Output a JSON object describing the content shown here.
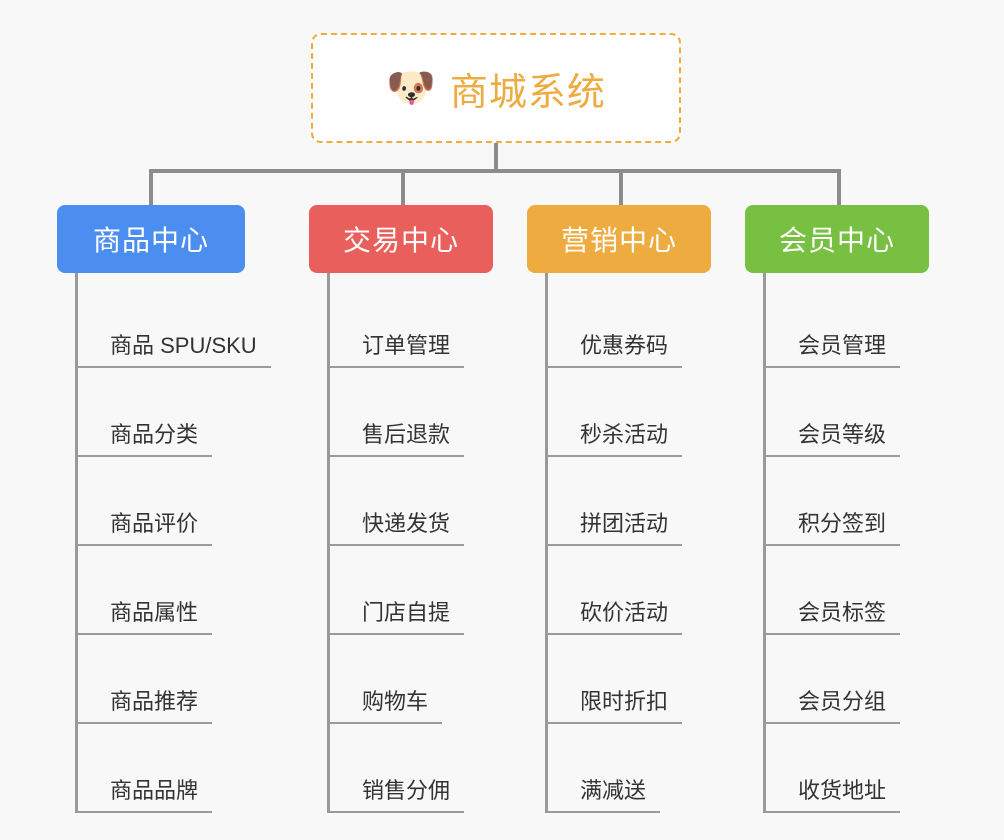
{
  "background_color": "#f8f8f8",
  "root": {
    "icon": "shiba-dog-emoji",
    "emoji": "🐶",
    "title": "商城系统",
    "color": "#eeab40",
    "border_style": "dashed"
  },
  "connector_color": "#8c8c8c",
  "categories": [
    {
      "label": "商品中心",
      "color": "#4b8ef0",
      "items": [
        "商品 SPU/SKU",
        "商品分类",
        "商品评价",
        "商品属性",
        "商品推荐",
        "商品品牌"
      ]
    },
    {
      "label": "交易中心",
      "color": "#e95f5c",
      "items": [
        "订单管理",
        "售后退款",
        "快递发货",
        "门店自提",
        "购物车",
        "销售分佣"
      ]
    },
    {
      "label": "营销中心",
      "color": "#eeab40",
      "items": [
        "优惠券码",
        "秒杀活动",
        "拼团活动",
        "砍价活动",
        "限时折扣",
        "满减送"
      ]
    },
    {
      "label": "会员中心",
      "color": "#77c042",
      "items": [
        "会员管理",
        "会员等级",
        "积分签到",
        "会员标签",
        "会员分组",
        "收货地址"
      ]
    }
  ]
}
